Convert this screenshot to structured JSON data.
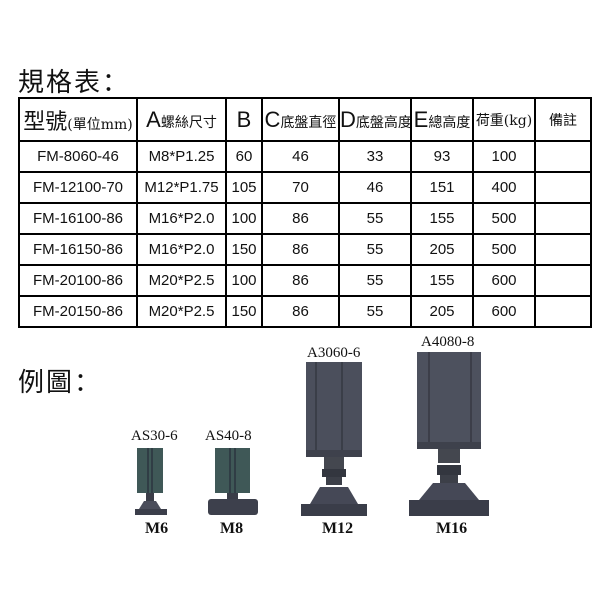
{
  "spec_heading": "規格表：",
  "example_heading": "例圖：",
  "table": {
    "headers": [
      {
        "big": "型號",
        "small": "(單位mm)"
      },
      {
        "big": "A",
        "small": "螺絲尺寸"
      },
      {
        "big": "B",
        "small": ""
      },
      {
        "big": "C",
        "small": "底盤直徑"
      },
      {
        "big": "D",
        "small": "底盤高度"
      },
      {
        "big": "E",
        "small": "總高度"
      },
      {
        "big": "",
        "small": "荷重(kg)"
      },
      {
        "big": "",
        "small": "備註"
      }
    ],
    "rows": [
      [
        "FM-8060-46",
        "M8*P1.25",
        "60",
        "46",
        "33",
        "93",
        "100",
        ""
      ],
      [
        "FM-12100-70",
        "M12*P1.75",
        "105",
        "70",
        "46",
        "151",
        "400",
        ""
      ],
      [
        "FM-16100-86",
        "M16*P2.0",
        "100",
        "86",
        "55",
        "155",
        "500",
        ""
      ],
      [
        "FM-16150-86",
        "M16*P2.0",
        "150",
        "86",
        "55",
        "205",
        "500",
        ""
      ],
      [
        "FM-20100-86",
        "M20*P2.5",
        "100",
        "86",
        "55",
        "155",
        "600",
        ""
      ],
      [
        "FM-20150-86",
        "M20*P2.5",
        "150",
        "86",
        "55",
        "205",
        "600",
        ""
      ]
    ]
  },
  "examples": [
    {
      "model": "AS30-6",
      "thread": "M6"
    },
    {
      "model": "AS40-8",
      "thread": "M8"
    },
    {
      "model": "A3060-6",
      "thread": "M12"
    },
    {
      "model": "A4080-8",
      "thread": "M16"
    }
  ]
}
